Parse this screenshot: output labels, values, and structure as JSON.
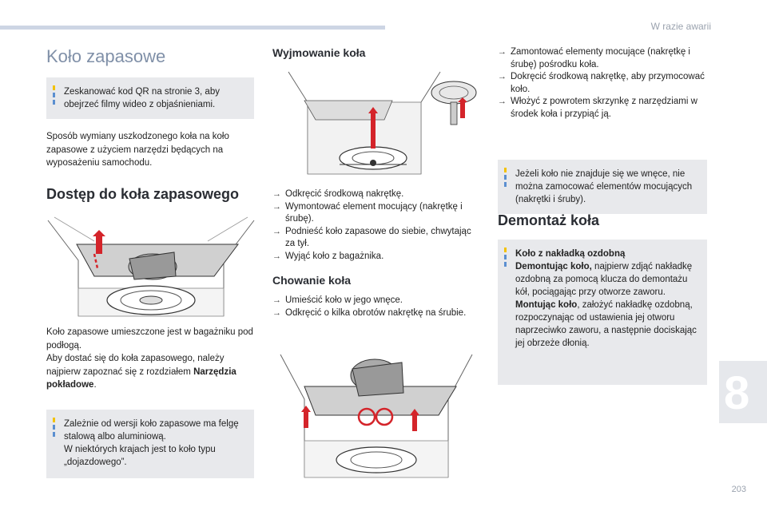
{
  "header": {
    "section": "W razie awarii",
    "page_number": "203",
    "chapter": "8"
  },
  "title": "Koło zapasowe",
  "col1": {
    "qr_note": "Zeskanować kod QR na stronie 3, aby obejrzeć filmy wideo z objaśnieniami.",
    "intro": "Sposób wymiany uszkodzonego koła na koło zapasowe z użyciem narzędzi będących na wyposażeniu samochodu.",
    "access_heading": "Dostęp do koła zapasowego",
    "access_text_1": "Koło zapasowe umieszczone jest w bagażniku pod podłogą.",
    "access_text_2": "Aby dostać się do koła zapasowego, należy najpierw zapoznać się z rozdziałem ",
    "access_text_bold": "Narzędzia pokładowe",
    "access_text_end": ".",
    "version_note_1": "Zależnie od wersji koło zapasowe ma felgę stalową albo aluminiową.",
    "version_note_2": "W niektórych krajach jest to koło typu „dojazdowego”."
  },
  "col2": {
    "removal_heading": "Wyjmowanie koła",
    "removal_steps": [
      "Odkręcić środkową nakrętkę.",
      "Wymontować element mocujący (nakrętkę i śrubę).",
      "Podnieść koło zapasowe do siebie, chwytając za tył.",
      "Wyjąć koło z bagażnika."
    ],
    "storing_heading": "Chowanie koła",
    "storing_steps": [
      "Umieścić koło w jego wnęce.",
      "Odkręcić o kilka obrotów nakrętkę na śrubie."
    ]
  },
  "col3": {
    "steps": [
      "Zamontować elementy mocujące (nakrętkę i śrubę) pośrodku koła.",
      "Dokręcić środkową nakrętkę, aby przymocować koło.",
      "Włożyć z powrotem skrzynkę z narzędziami w środek koła i przypiąć ją."
    ],
    "niche_note": "Jeżeli koło nie znajduje się we wnęce, nie można zamocować elementów mocujących (nakrętki i śruby).",
    "dismount_heading": "Demontaż koła",
    "hubcap_title": "Koło z nakładką ozdobną",
    "hubcap_dismount_bold": "Demontując koło,",
    "hubcap_dismount_text": " najpierw zdjąć nakładkę ozdobną za pomocą klucza do demontażu kół, pociągając przy otworze zaworu.",
    "hubcap_mount_bold": "Montując koło",
    "hubcap_mount_text": ", założyć nakładkę ozdobną, rozpoczynając od ustawienia jej otworu naprzeciwko zaworu, a następnie dociskając jej obrzeże dłonią."
  },
  "colors": {
    "accent_red": "#d4242a",
    "note_bg": "#e8e9ec",
    "title_color": "#8090a8",
    "note_bar_blue": "#5b8fd0"
  },
  "icons": [
    "arrow-bullet-icon",
    "note-stripe-icon"
  ]
}
